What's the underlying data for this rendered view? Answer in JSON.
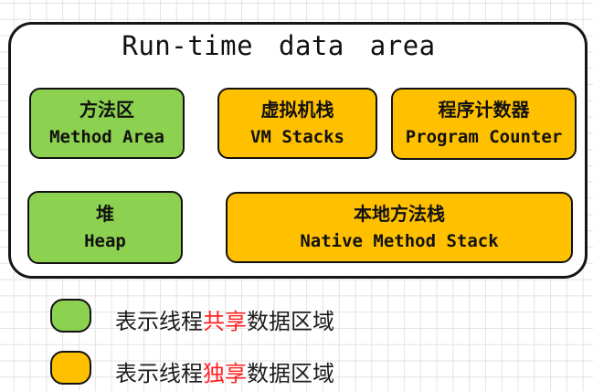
{
  "diagram": {
    "title": "Run-time data area",
    "boxes": [
      {
        "id": "method-area",
        "zh": "方法区",
        "en": "Method Area",
        "type": "shared"
      },
      {
        "id": "vm-stacks",
        "zh": "虚拟机栈",
        "en": "VM Stacks",
        "type": "exclusive"
      },
      {
        "id": "program-counter",
        "zh": "程序计数器",
        "en": "Program Counter",
        "type": "exclusive"
      },
      {
        "id": "heap",
        "zh": "堆",
        "en": "Heap",
        "type": "shared"
      },
      {
        "id": "native-method-stack",
        "zh": "本地方法栈",
        "en": "Native Method Stack",
        "type": "exclusive"
      }
    ]
  },
  "legend": [
    {
      "swatch": "shared",
      "prefix": "表示线程",
      "highlight": "共享",
      "suffix": "数据区域"
    },
    {
      "swatch": "exclusive",
      "prefix": "表示线程",
      "highlight": "独享",
      "suffix": "数据区域"
    }
  ],
  "colors": {
    "shared_fill": "#8CD14F",
    "exclusive_fill": "#FFC000",
    "highlight_text": "#FF2222",
    "box_border": "#111111",
    "grid_line": "#E3E3E3",
    "background": "#FFFFFF"
  }
}
